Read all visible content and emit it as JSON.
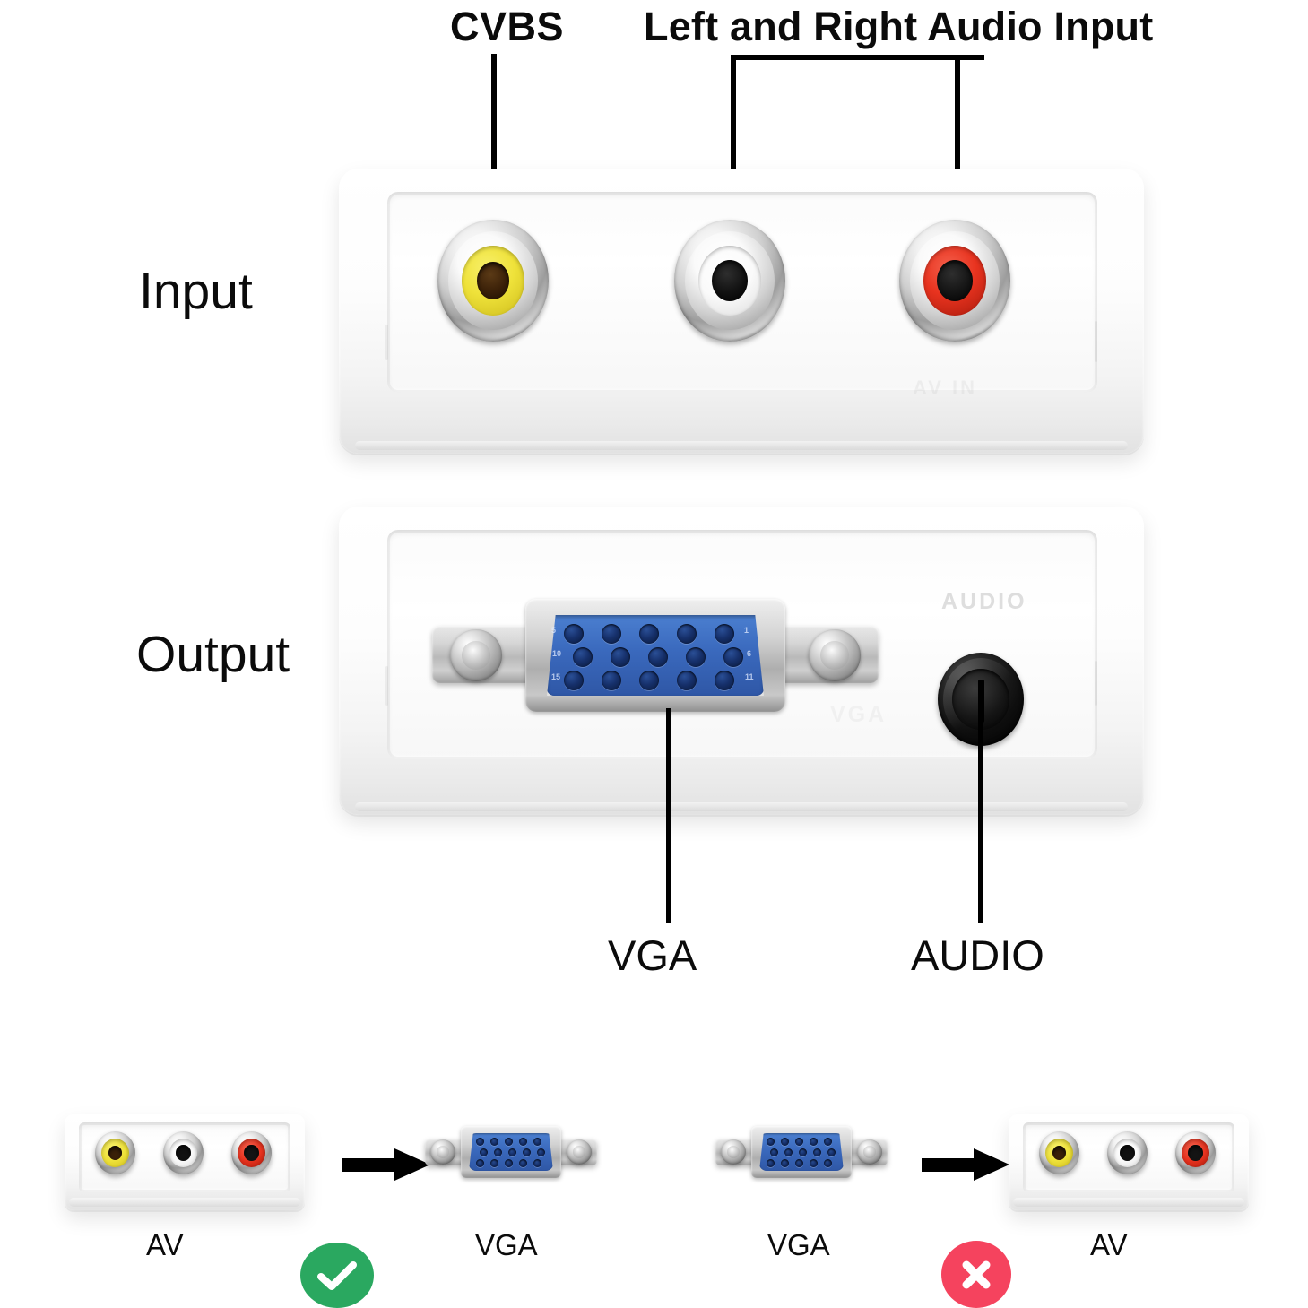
{
  "diagram": {
    "title_labels": {
      "cvbs": "CVBS",
      "left_right_audio": "Left and Right Audio Input",
      "input": "Input",
      "output": "Output",
      "vga": "VGA",
      "audio": "AUDIO"
    },
    "input_device": {
      "name": "AV input panel",
      "emboss_text": "AV IN",
      "jacks": [
        {
          "name": "composite-video-jack",
          "label": "CVBS",
          "ring_color": "#efe23a",
          "hole_color": "#3a2008",
          "position": "left"
        },
        {
          "name": "audio-left-jack",
          "label": "Left Audio",
          "ring_color": "#fafafa",
          "hole_color": "#111111",
          "position": "center"
        },
        {
          "name": "audio-right-jack",
          "label": "Right Audio",
          "ring_color": "#e8331f",
          "hole_color": "#141414",
          "position": "right"
        }
      ]
    },
    "output_device": {
      "name": "VGA output panel",
      "emboss_audio": "AUDIO",
      "emboss_vga": "VGA",
      "vga_connector": {
        "name": "vga-de15-female",
        "insulator_color": "#3a69bd",
        "rows": 3,
        "holes_per_row": 5,
        "total_pins": 15,
        "pin_numbers": [
          "5",
          "1",
          "10",
          "6",
          "15",
          "11"
        ]
      },
      "audio_jack": {
        "name": "audio-out-jack",
        "type": "3.5mm",
        "color": "#121212"
      }
    }
  },
  "comparison": {
    "supported": {
      "from_label": "AV",
      "to_label": "VGA",
      "badge": "check-icon",
      "badge_color": "#2AA860",
      "direction": "arrow-right-icon"
    },
    "unsupported": {
      "from_label": "VGA",
      "to_label": "AV",
      "badge": "cross-icon",
      "badge_color": "#F5435E",
      "direction": "arrow-right-icon"
    }
  },
  "colors": {
    "yellow_rca": "#efe23a",
    "white_rca": "#fafafa",
    "red_rca": "#e8331f",
    "vga_blue": "#3a69bd",
    "check_green": "#2AA860",
    "cross_pink": "#F5435E",
    "line_black": "#000000",
    "body_white": "#ffffff"
  }
}
